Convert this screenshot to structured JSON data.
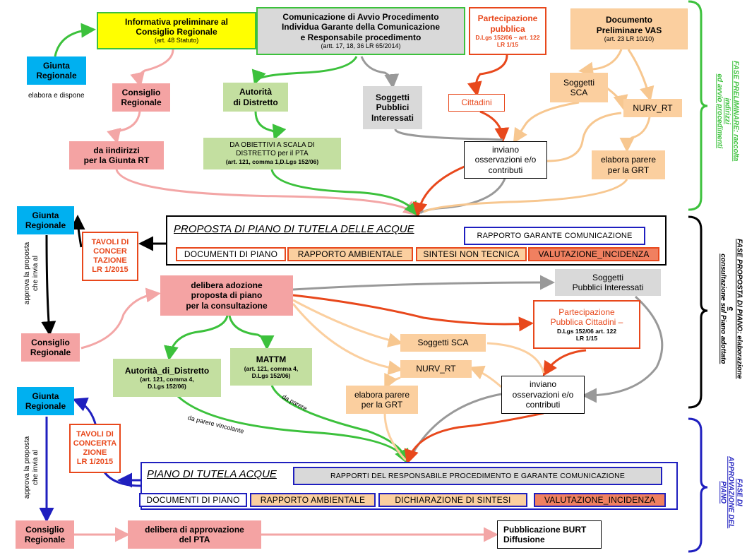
{
  "colors": {
    "yellow": "#ffff00",
    "gray": "#d9d9d9",
    "cyan": "#00b0f0",
    "pink": "#f4a3a3",
    "green_fill": "#c3dfa0",
    "green_line": "#3cc13c",
    "red_line": "#e8481c",
    "peach": "#fbcf9f",
    "peach_line": "#f7c790",
    "blue_line": "#1f1fbf",
    "gray_line": "#999999",
    "light_pink_line": "#f3a6a6"
  },
  "phase1": {
    "informativa": {
      "title": "Informativa preliminare al\nConsiglio Regionale",
      "sub": "(art. 48 Statuto)"
    },
    "comunicazione": {
      "title": "Comunicazione di  Avvio Procedimento\nIndividua Garante della Comunicazione\ne Responsabile procedimento",
      "sub": "(artt. 17, 18, 36  LR 65/2014)"
    },
    "partecipazione": {
      "title": "Partecipazione\npubblica",
      "sub": "D.Lgs 152/06 – art. 122\nLR 1/15"
    },
    "documento_vas": {
      "title": "Documento\nPreliminare VAS",
      "sub": "(art. 23 LR 10/10)"
    },
    "giunta": "Giunta\nRegionale",
    "elabora_dispone": "elabora e dispone",
    "consiglio": "Consiglio\nRegionale",
    "autorita": "Autorità\ndi Distretto",
    "soggetti_pubblici": "Soggetti\nPubblici\nInteressati",
    "cittadini": "Cittadini",
    "soggetti_sca": "Soggetti\nSCA",
    "nurv": "NURV_RT",
    "indirizzi": "da iindirizzi\nper  la  Giunta RT",
    "obiettivi": {
      "title": "DA OBIETTIVI A SCALA  DI\nDISTRETTO per il PTA",
      "sub": "(art. 121, comma 1,D.Lgs 152/06)"
    },
    "inviano": "inviano\nosservazioni e/o\ncontributi",
    "elabora_parere": "elabora parere\nper la GRT",
    "phase_label": "FASE PRELIMINARE: raccolta indirizzi\ned avvio procedimenti"
  },
  "phase2": {
    "giunta": "Giunta\nRegionale",
    "tavoli": "TAVOLI DI\nCONCER\nTAZIONE\nLR 1/2015",
    "approva": "approva  la proposta\nche invia al",
    "proposta_title": "PROPOSTA DI PIANO DI TUTELA DELLE ACQUE",
    "rapporto_garante": "RAPPORTO GARANTE COMUNICAZIONE",
    "documenti": [
      "DOCUMENTI DI PIANO",
      "RAPPORTO AMBIENTALE",
      "SINTESI NON TECNICA",
      "VALUTAZIONE_INCIDENZA"
    ],
    "delibera": "delibera adozione\nproposta di piano\nper la consultazione",
    "soggetti_pubblici": "Soggetti\nPubblici Interessati",
    "partecipazione": {
      "title": "Partecipazione\nPubblica Cittadini –",
      "sub": "D.Lgs 152/06 art. 122\nLR 1/15"
    },
    "consiglio": "Consiglio\nRegionale",
    "soggetti_sca": "Soggetti SCA",
    "nurv": "NURV_RT",
    "autorita": {
      "title": "Autorità_di_Distretto",
      "sub": "(art. 121, comma 4,\nD.Lgs 152/06)"
    },
    "mattm": {
      "title": "MATTM",
      "sub": "(art. 121, comma 4,\nD.Lgs 152/06)"
    },
    "elabora_parere": "elabora parere\nper la GRT",
    "inviano": "inviano\nosservazioni e/o\ncontributi",
    "da_parere": "da parere",
    "da_parere_vincolante": "da parere vincolante",
    "phase_label": "FASE PROPOSTA DI PIANO: elaborazione e\nconsultazione sul Piano adottato"
  },
  "phase3": {
    "giunta": "Giunta\nRegionale",
    "tavoli": "TAVOLI DI\nCONCERTA\nZIONE\nLR 1/2015",
    "approva": "approva  la proposta\nche invia al",
    "piano_title": "PIANO DI TUTELA ACQUE",
    "rapporti": "RAPPORTI DEL  RESPONSABILE PROCEDIMENTO  E GARANTE COMUNICAZIONE",
    "documenti": [
      "DOCUMENTI DI PIANO",
      "RAPPORTO AMBIENTALE",
      "DICHIARAZIONE DI SINTESI",
      "VALUTAZIONE_INCIDENZA"
    ],
    "consiglio": "Consiglio\nRegionale",
    "delibera": "delibera di approvazione\ndel PTA",
    "pubblicazione": "Pubblicazione BURT\nDiffusione",
    "phase_label": "FASE DI APPROVAZIONE DEL\nPIANO"
  }
}
